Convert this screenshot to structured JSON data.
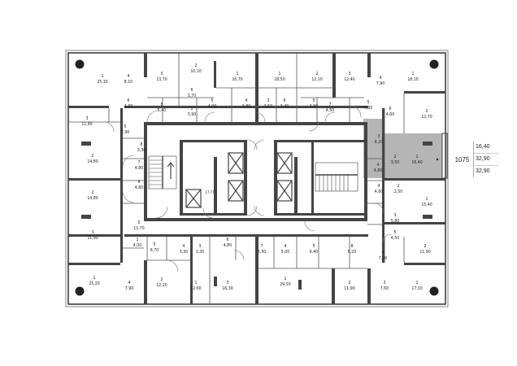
{
  "apartment": {
    "number": "1075",
    "area_total": "16,40",
    "area_living": "32,90",
    "area_sum": "32,90"
  },
  "elevator_mark": "17,7Т",
  "rooms": [
    {
      "n": "1",
      "a": "25,30"
    },
    {
      "n": "4",
      "a": "8,10"
    },
    {
      "n": "3",
      "a": "13,70"
    },
    {
      "n": "2",
      "a": "10,10"
    },
    {
      "n": "1",
      "a": "16,70"
    },
    {
      "n": "1",
      "a": "18,50"
    },
    {
      "n": "2",
      "a": "12,10"
    },
    {
      "n": "3",
      "a": "12,40"
    },
    {
      "n": "4",
      "a": "7,90"
    },
    {
      "n": "1",
      "a": "18,10"
    },
    {
      "n": "6",
      "a": "4,30"
    },
    {
      "n": "8",
      "a": "5,40"
    },
    {
      "n": "6",
      "a": "3,70"
    },
    {
      "n": "5",
      "a": "4,90"
    },
    {
      "n": "1",
      "a": "3,90"
    },
    {
      "n": "4",
      "a": "3,80"
    },
    {
      "n": "3",
      "a": "3,50"
    },
    {
      "n": "6",
      "a": "3,40"
    },
    {
      "n": "5",
      "a": "3,90"
    },
    {
      "n": "7",
      "a": "4,50"
    },
    {
      "n": "5",
      "a": "7,30"
    },
    {
      "n": "6",
      "a": "4,60"
    },
    {
      "n": "2",
      "a": "12,70"
    },
    {
      "n": "3",
      "a": "11,80"
    },
    {
      "n": "5",
      "a": "7,90"
    },
    {
      "n": "3",
      "a": "6,20"
    },
    {
      "n": "8",
      "a": "3,30"
    },
    {
      "n": "2",
      "a": "14,80"
    },
    {
      "n": "7",
      "a": "4,80"
    },
    {
      "n": "4",
      "a": "4,80"
    },
    {
      "n": "2",
      "a": "3,50"
    },
    {
      "n": "1",
      "a": "16,40"
    },
    {
      "n": "2",
      "a": "14,80"
    },
    {
      "n": "6",
      "a": "4,80"
    },
    {
      "n": "4",
      "a": "4,80"
    },
    {
      "n": "2",
      "a": "2,50"
    },
    {
      "n": "1",
      "a": "15,40"
    },
    {
      "n": "3",
      "a": "11,90"
    },
    {
      "n": "5",
      "a": "11,70"
    },
    {
      "n": "3",
      "a": "5,80"
    },
    {
      "n": "1",
      "a": "4,00"
    },
    {
      "n": "5",
      "a": "6,70"
    },
    {
      "n": "4",
      "a": "3,30"
    },
    {
      "n": "3",
      "a": "3,30"
    },
    {
      "n": "6",
      "a": "4,80"
    },
    {
      "n": "7",
      "a": "6,30"
    },
    {
      "n": "4",
      "a": "5,00"
    },
    {
      "n": "5",
      "a": "6,40"
    },
    {
      "n": "8",
      "a": "6,20"
    },
    {
      "n": "5",
      "a": "4,50"
    },
    {
      "n": "2",
      "a": "11,90"
    },
    {
      "n": "6",
      "a": "7,20"
    },
    {
      "n": "1",
      "a": "25,20"
    },
    {
      "n": "4",
      "a": "7,90"
    },
    {
      "n": "2",
      "a": "12,20"
    },
    {
      "n": "1",
      "a": "12,60"
    },
    {
      "n": "3",
      "a": "16,30"
    },
    {
      "n": "1",
      "a": "29,50"
    },
    {
      "n": "2",
      "a": "11,90"
    },
    {
      "n": "3",
      "a": "7,60"
    },
    {
      "n": "1",
      "a": "17,10"
    }
  ]
}
